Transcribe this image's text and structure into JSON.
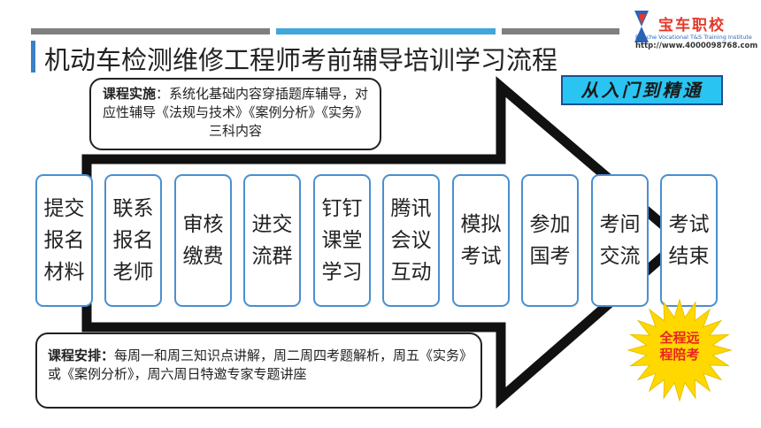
{
  "title": "机动车检测维修工程师考前辅导培训学习流程",
  "logo": {
    "name": "宝车职校",
    "subtitle": "Baoche Vocational T&S Training Institute",
    "url": "http://www.4000098768.com"
  },
  "banner": "从入门到精通",
  "callout_top": {
    "label": "课程实施",
    "text": "：系统化基础内容穿插题库辅导，对应性辅导《法规与技术》《案例分析》《实务》三科内容"
  },
  "callout_bottom": {
    "label": "课程安排：",
    "text": "每周一和周三知识点讲解，周二周四考题解析，周五《实务》或《案例分析》，周六周日特邀专家专题讲座"
  },
  "steps": [
    {
      "label": "提交报名材料"
    },
    {
      "label": "联系报名老师"
    },
    {
      "label": "审核缴费"
    },
    {
      "label": "进交流群"
    },
    {
      "label": "钉钉课堂学习"
    },
    {
      "label": "腾讯会议互动"
    },
    {
      "label": "模拟考试"
    },
    {
      "label": "参加国考"
    },
    {
      "label": "考间交流"
    },
    {
      "label": "考试结束"
    }
  ],
  "star": {
    "line1": "全程远",
    "line2": "程陪考"
  },
  "colors": {
    "accent_blue": "#41a6dc",
    "box_border": "#4a8fd0",
    "banner_bg": "#29c4f2",
    "star_fill": "#ffd800",
    "star_text": "#e8241e"
  }
}
